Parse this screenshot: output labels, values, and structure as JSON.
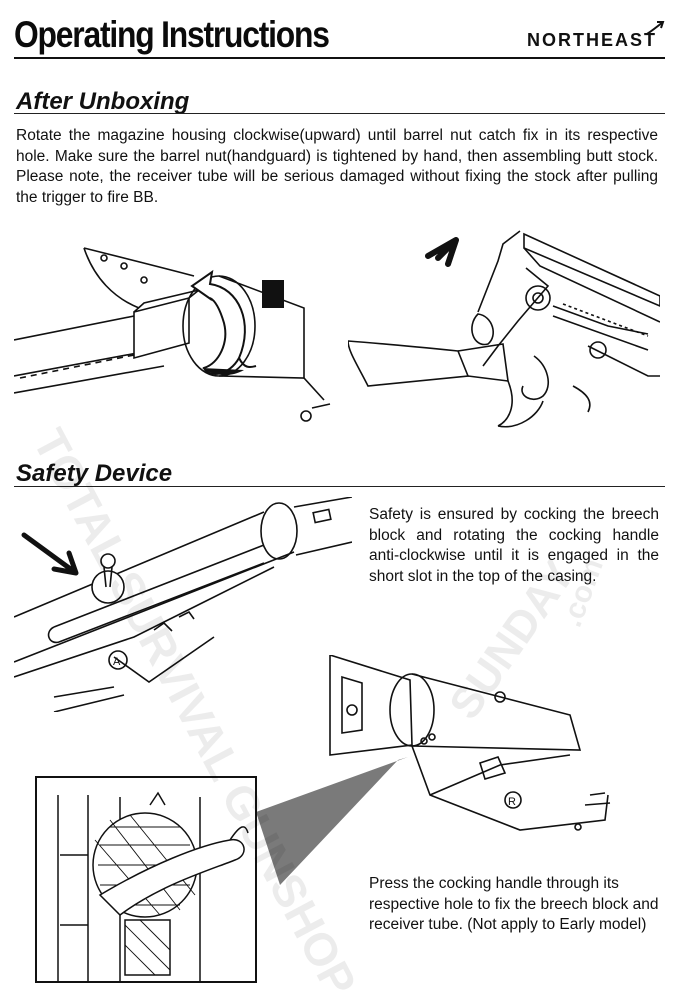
{
  "header": {
    "title": "Operating Instructions",
    "brand": "NORTHEAST"
  },
  "sections": [
    {
      "title": "After Unboxing",
      "body": "Rotate the magazine housing clockwise(upward) until barrel nut catch fix in its respective hole. Make sure the barrel nut(handguard) is tightened by hand, then assembling butt stock. Please note, the receiver tube will be serious damaged without fixing the stock after pulling the trigger to fire BB."
    },
    {
      "title": "Safety Device",
      "body": "Safety is ensured by cocking the breech block and rotating the cocking handle anti-clockwise until it is engaged in the short slot in the top of the casing.",
      "caption": "Press the cocking handle through its respective hole to fix the breech block and receiver tube. (Not apply to Early model)"
    }
  ],
  "figure_labels": {
    "marker_a": "A",
    "marker_r": "R"
  },
  "watermark": {
    "line1": "TOTAL SURVIVAL GUNSHOP",
    "line2": "SUNDAY",
    "line3": ".com"
  },
  "colors": {
    "ink": "#111111",
    "paper": "#ffffff"
  }
}
